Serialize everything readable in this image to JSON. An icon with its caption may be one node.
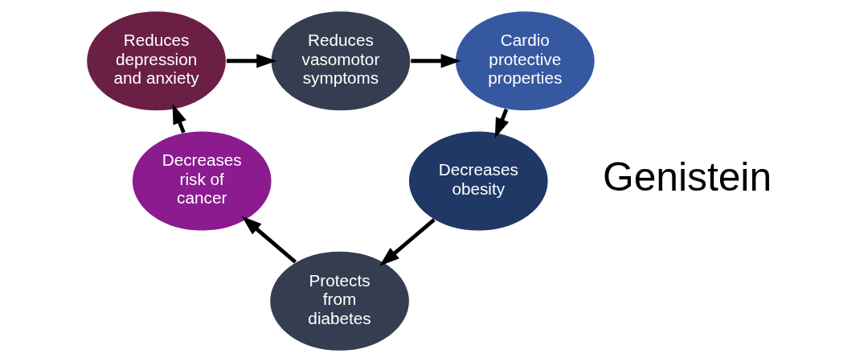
{
  "diagram": {
    "nodes": [
      {
        "text": [
          "Reduces depression and anxiety"
        ]
      },
      {
        "text": [
          "Reduces vasomotor symptoms"
        ]
      },
      {
        "text": [
          "Cardio protective properties"
        ]
      },
      {
        "text": [
          "Decreases obesity"
        ]
      },
      {
        "text": [
          "Protects from diabetes"
        ]
      },
      {
        "text": [
          "Decreases risk of cancer"
        ]
      }
    ],
    "edges": [
      {
        "from": 0,
        "to": 1,
        "arrow": "to"
      },
      {
        "from": 1,
        "to": 2,
        "arrow": "to"
      },
      {
        "from": 2,
        "to": 3,
        "arrow": "to"
      },
      {
        "from": 3,
        "to": 4,
        "arrow": "to"
      },
      {
        "from": 4,
        "to": 5,
        "arrow": "to"
      },
      {
        "from": 5,
        "to": 0,
        "arrow": "to"
      }
    ],
    "labels": [
      "Genistein"
    ]
  }
}
